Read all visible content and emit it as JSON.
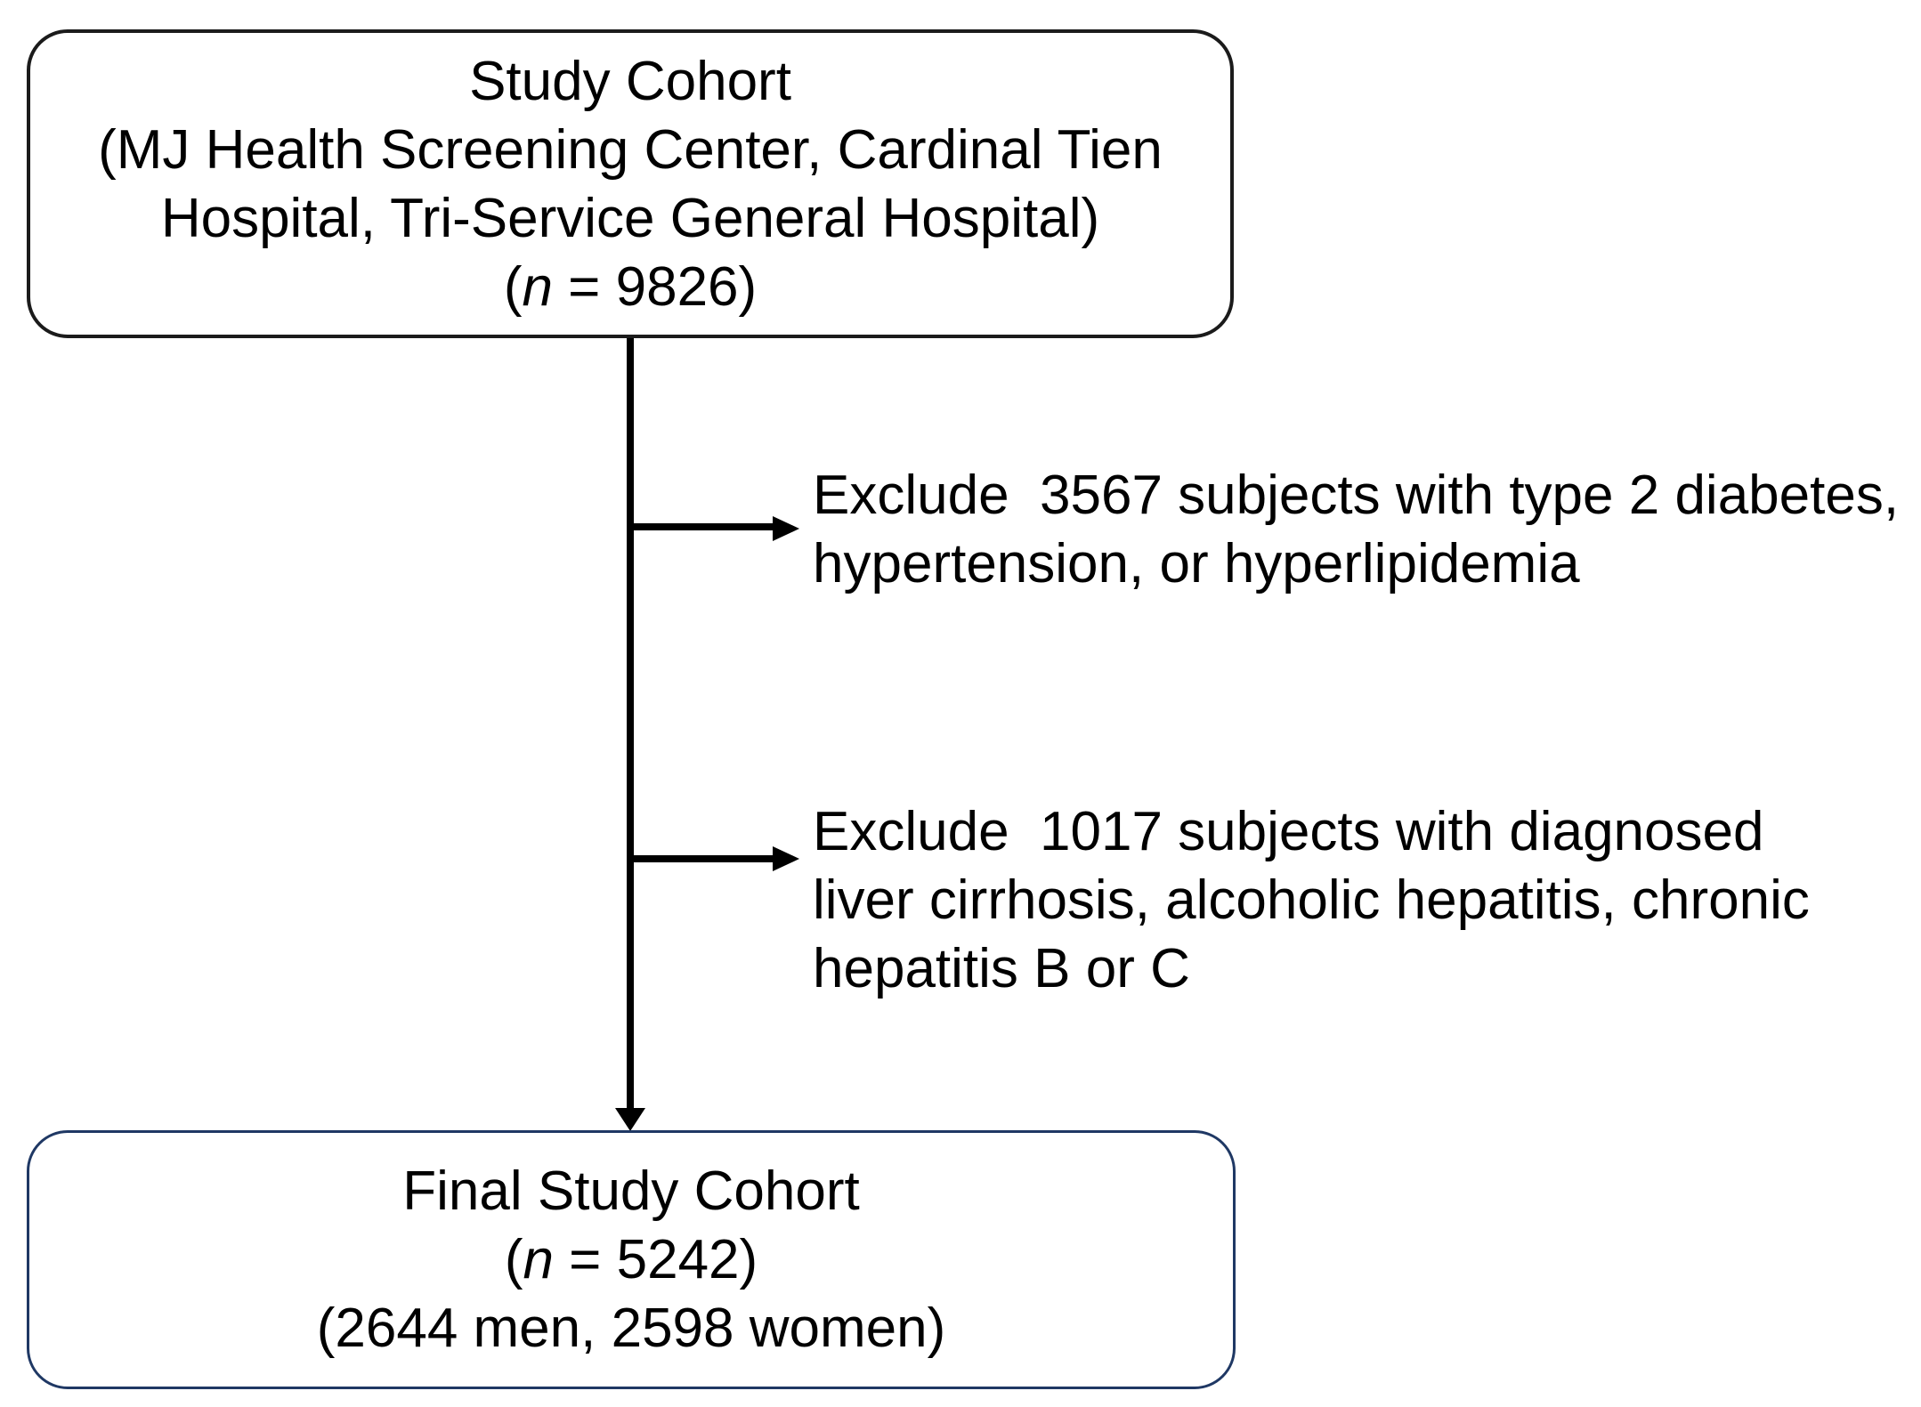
{
  "flow": {
    "top_box": {
      "line1": "Study Cohort",
      "line2": "(MJ Health Screening Center, Cardinal Tien",
      "line3": "Hospital, Tri-Service General Hospital)",
      "n_line": {
        "open": "(",
        "var": "n",
        "rest": " = 9826)"
      }
    },
    "exclusion1": {
      "line1": "Exclude  3567 subjects with type 2 diabetes,",
      "line2": "hypertension, or hyperlipidemia"
    },
    "exclusion2": {
      "line1": "Exclude  1017 subjects with diagnosed",
      "line2": "liver cirrhosis, alcoholic hepatitis, chronic",
      "line3": "hepatitis B or C"
    },
    "bottom_box": {
      "title": "Final Study Cohort",
      "n_line": {
        "open": "(",
        "var": "n",
        "rest": " = 5242)"
      },
      "breakdown": "(2644 men, 2598 women)"
    },
    "colors": {
      "top_box_border": "#1b1b1b",
      "bottom_box_border": "#1f3864",
      "arrow": "#000000",
      "text": "#000000",
      "background": "#ffffff"
    }
  }
}
